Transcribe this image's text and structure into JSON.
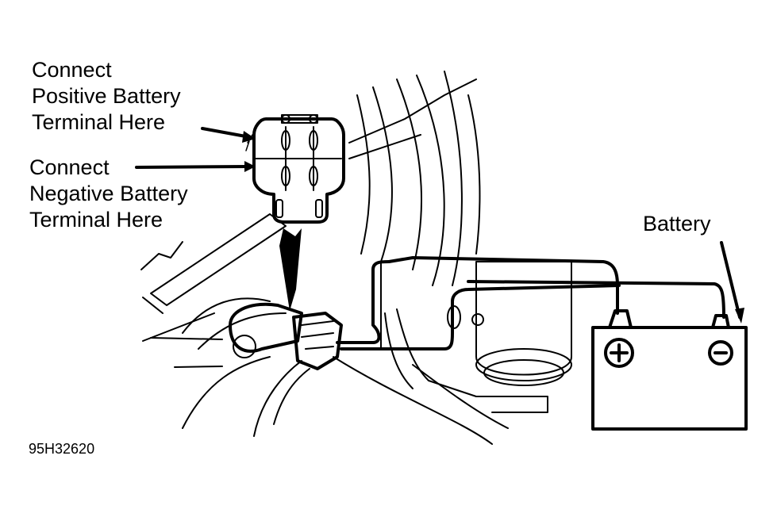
{
  "diagram": {
    "labels": {
      "positive_terminal": [
        "Connect",
        "Positive Battery",
        "Terminal Here"
      ],
      "negative_terminal": [
        "Connect",
        "Negative Battery",
        "Terminal Here"
      ],
      "battery": "Battery"
    },
    "battery_symbols": {
      "positive": "+",
      "negative": "−"
    },
    "figure_id": "95H32620",
    "colors": {
      "ink": "#000000",
      "background": "#ffffff"
    }
  }
}
